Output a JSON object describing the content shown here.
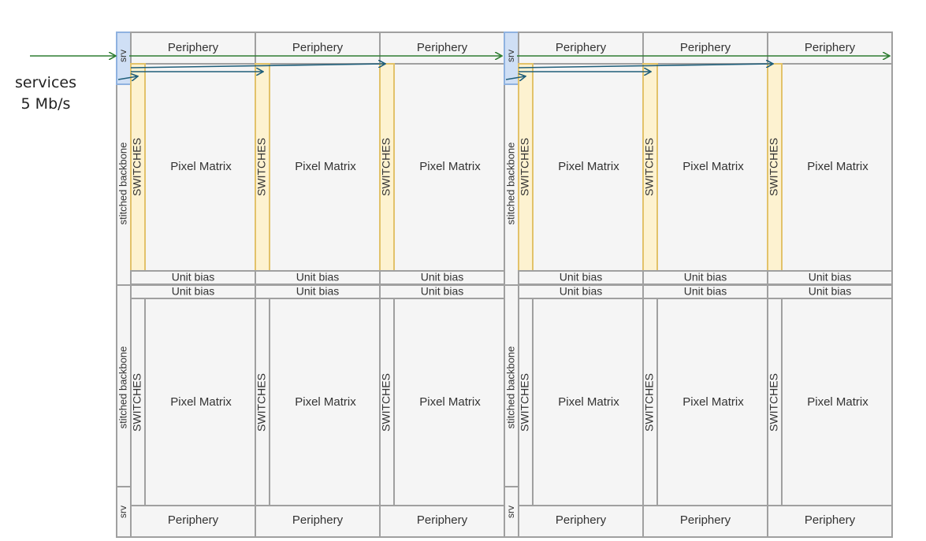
{
  "labels": {
    "periphery": "Periphery",
    "pixel_matrix": "Pixel Matrix",
    "switches": "SWITCHES",
    "unit_bias": "Unit bias",
    "stitched_backbone": "stitched backbone",
    "srv": "srv"
  },
  "services": {
    "line1": "services",
    "line2": "5 Mb/s"
  },
  "colors": {
    "frame_border": "#a0a0a0",
    "cell_fill": "#f5f5f5",
    "switch_active_fill": "#fdf2d0",
    "switch_active_border": "#e2c26a",
    "srv_active_fill": "#cfdff5",
    "srv_active_border": "#8fb2e0",
    "green_arrow": "#2e7d32",
    "blue_arrow": "#1f5e7a",
    "text": "#333333"
  },
  "segments": 2,
  "columns_per_segment": 3,
  "active_half": "top"
}
